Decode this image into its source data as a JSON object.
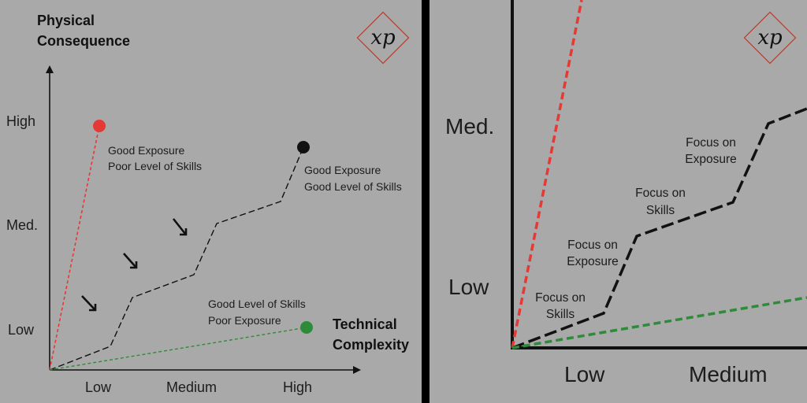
{
  "left_chart": {
    "y_title_line1": "Physical",
    "y_title_line2": "Consequence",
    "x_title_line1": "Technical",
    "x_title_line2": "Complexity",
    "y_ticks": [
      "High",
      "Med.",
      "Low"
    ],
    "x_ticks": [
      "Low",
      "Medium",
      "High"
    ],
    "red_label": [
      "Good Exposure",
      "Poor Level of Skills"
    ],
    "black_label": [
      "Good Exposure",
      "Good Level of Skills"
    ],
    "green_label": [
      "Good Level of Skills",
      "Poor Exposure"
    ]
  },
  "right_chart": {
    "y_ticks": [
      "Med.",
      "Low"
    ],
    "x_ticks": [
      "Low",
      "Medium"
    ],
    "annotations": [
      [
        "Focus on",
        "Skills"
      ],
      [
        "Focus on",
        "Exposure"
      ],
      [
        "Focus on",
        "Skills"
      ],
      [
        "Focus on",
        "Exposure"
      ]
    ]
  },
  "logo": {
    "text": "xp",
    "color": "#c0392b"
  },
  "colors": {
    "background": "#a9a9a9",
    "red_path": "#e53935",
    "black_path": "#111111",
    "green_path": "#2e8b3a",
    "divider": "#000000"
  }
}
